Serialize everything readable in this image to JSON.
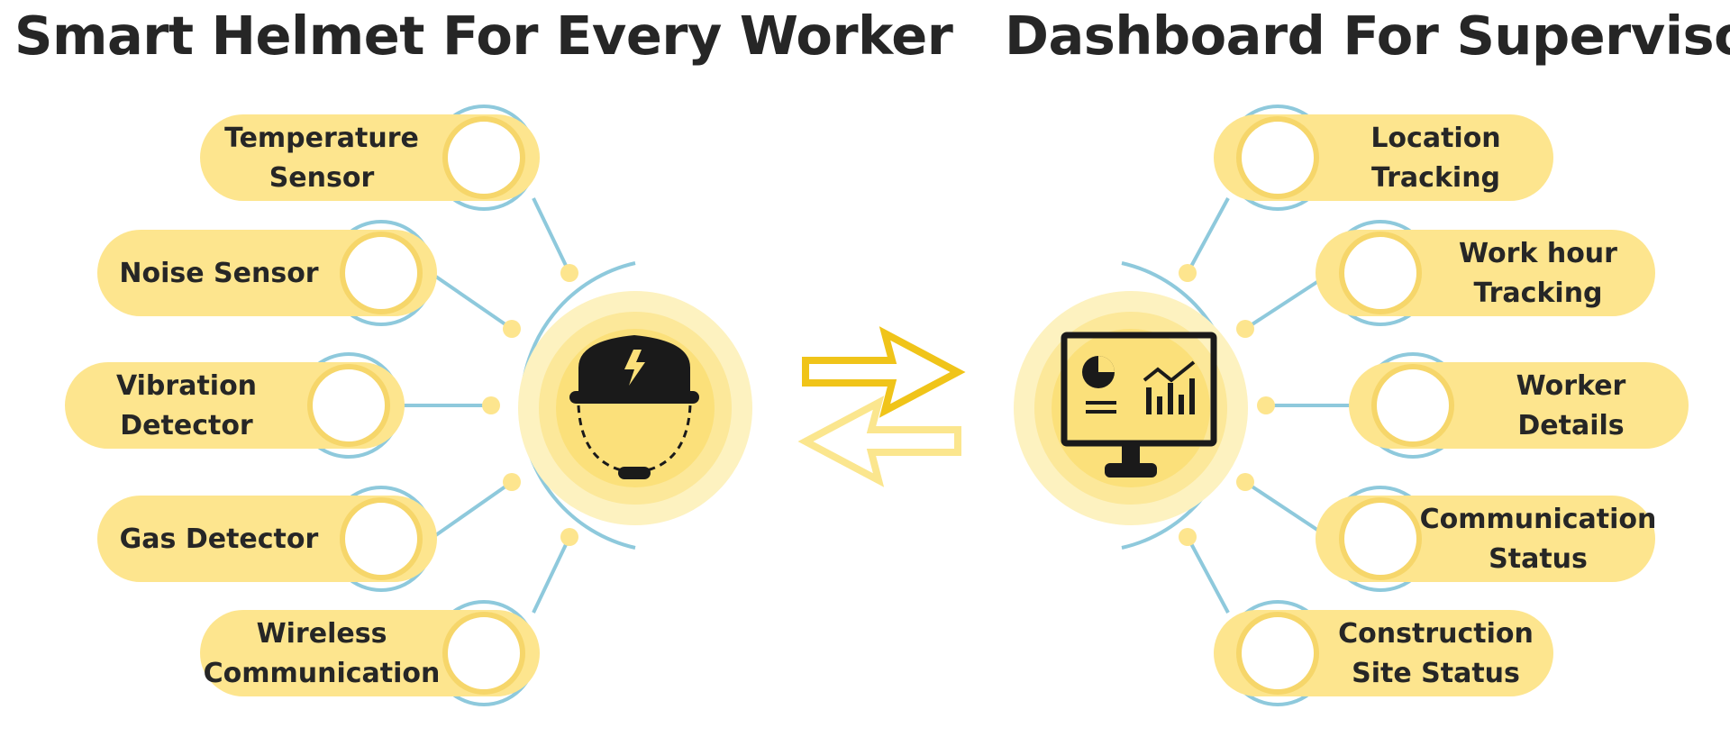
{
  "titles": {
    "left": "Smart Helmet For Every Worker",
    "right": "Dashboard For Supervisor"
  },
  "helmet_features": [
    {
      "lines": [
        "Temperature",
        "Sensor"
      ]
    },
    {
      "lines": [
        "Noise Sensor"
      ]
    },
    {
      "lines": [
        "Vibration",
        "Detector"
      ]
    },
    {
      "lines": [
        "Gas Detector"
      ]
    },
    {
      "lines": [
        "Wireless",
        "Communication"
      ]
    }
  ],
  "dashboard_features": [
    {
      "lines": [
        "Location",
        "Tracking"
      ]
    },
    {
      "lines": [
        "Work hour",
        "Tracking"
      ]
    },
    {
      "lines": [
        "Worker",
        "Details"
      ]
    },
    {
      "lines": [
        "Communication",
        "Status"
      ]
    },
    {
      "lines": [
        "Construction",
        "Site Status"
      ]
    }
  ],
  "hub_icons": {
    "left": "hard-hat-helmet-icon",
    "right": "monitor-dashboard-icon"
  },
  "connector_icons": {
    "forward": "arrow-right-icon",
    "back": "arrow-left-icon"
  },
  "colors": {
    "pill": "#fde58e",
    "pill_ring": "#f6d66a",
    "connector": "#8ec9dc",
    "hub_outer": "#fdf2c0",
    "hub_mid": "#fce89a",
    "hub_inner": "#fbe07a",
    "arrow_forward": "#f0c419",
    "arrow_back": "#fbe68e",
    "text": "#262626"
  }
}
